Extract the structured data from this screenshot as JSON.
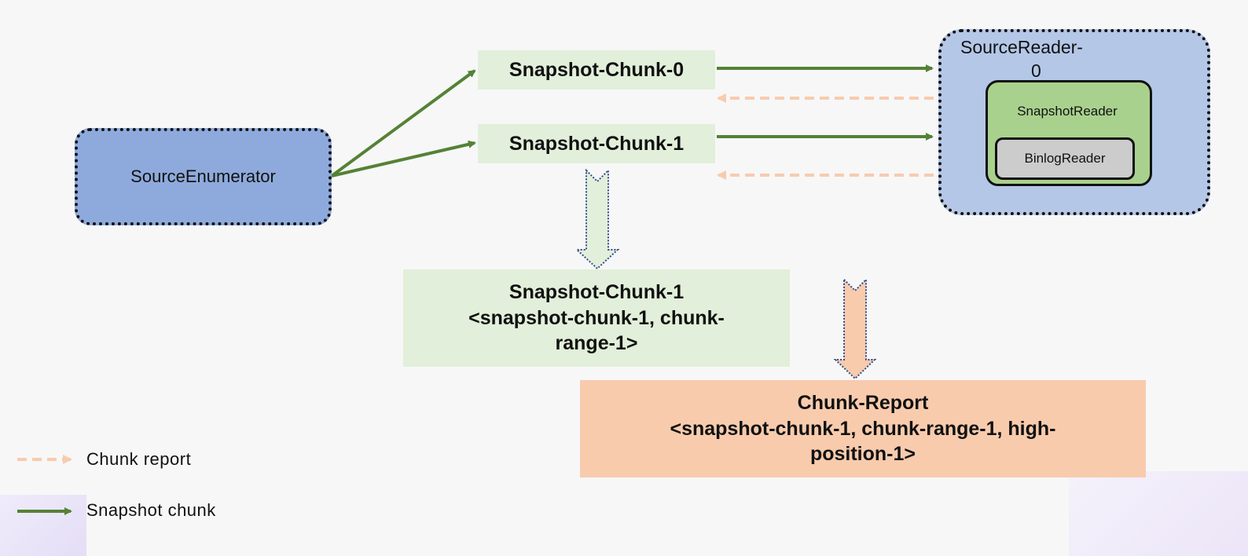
{
  "nodes": {
    "enumerator": "SourceEnumerator",
    "chunk0": "Snapshot-Chunk-0",
    "chunk1": "Snapshot-Chunk-1",
    "reader_title_line1": "SourceReader-",
    "reader_title_line2": "0",
    "snapshot_reader": "SnapshotReader",
    "binlog_reader": "BinlogReader"
  },
  "chunk1_detail": {
    "line1": "Snapshot-Chunk-1",
    "line2": "<snapshot-chunk-1, chunk-",
    "line3": "range-1>"
  },
  "report_detail": {
    "line1": "Chunk-Report",
    "line2": "<snapshot-chunk-1, chunk-range-1, high-",
    "line3": "position-1>"
  },
  "legend": {
    "chunk_report": "Chunk report",
    "snapshot_chunk": "Snapshot chunk"
  },
  "colors": {
    "snapshot_arrow": "#548235",
    "report_arrow": "#f8cbad",
    "enumerator_fill": "#8eaadc",
    "reader_fill": "#b4c7e7",
    "snapshot_reader_fill": "#a9d18e",
    "binlog_reader_fill": "#cccccc",
    "chunk_fill": "#e2efda",
    "report_fill": "#f8cbad"
  }
}
